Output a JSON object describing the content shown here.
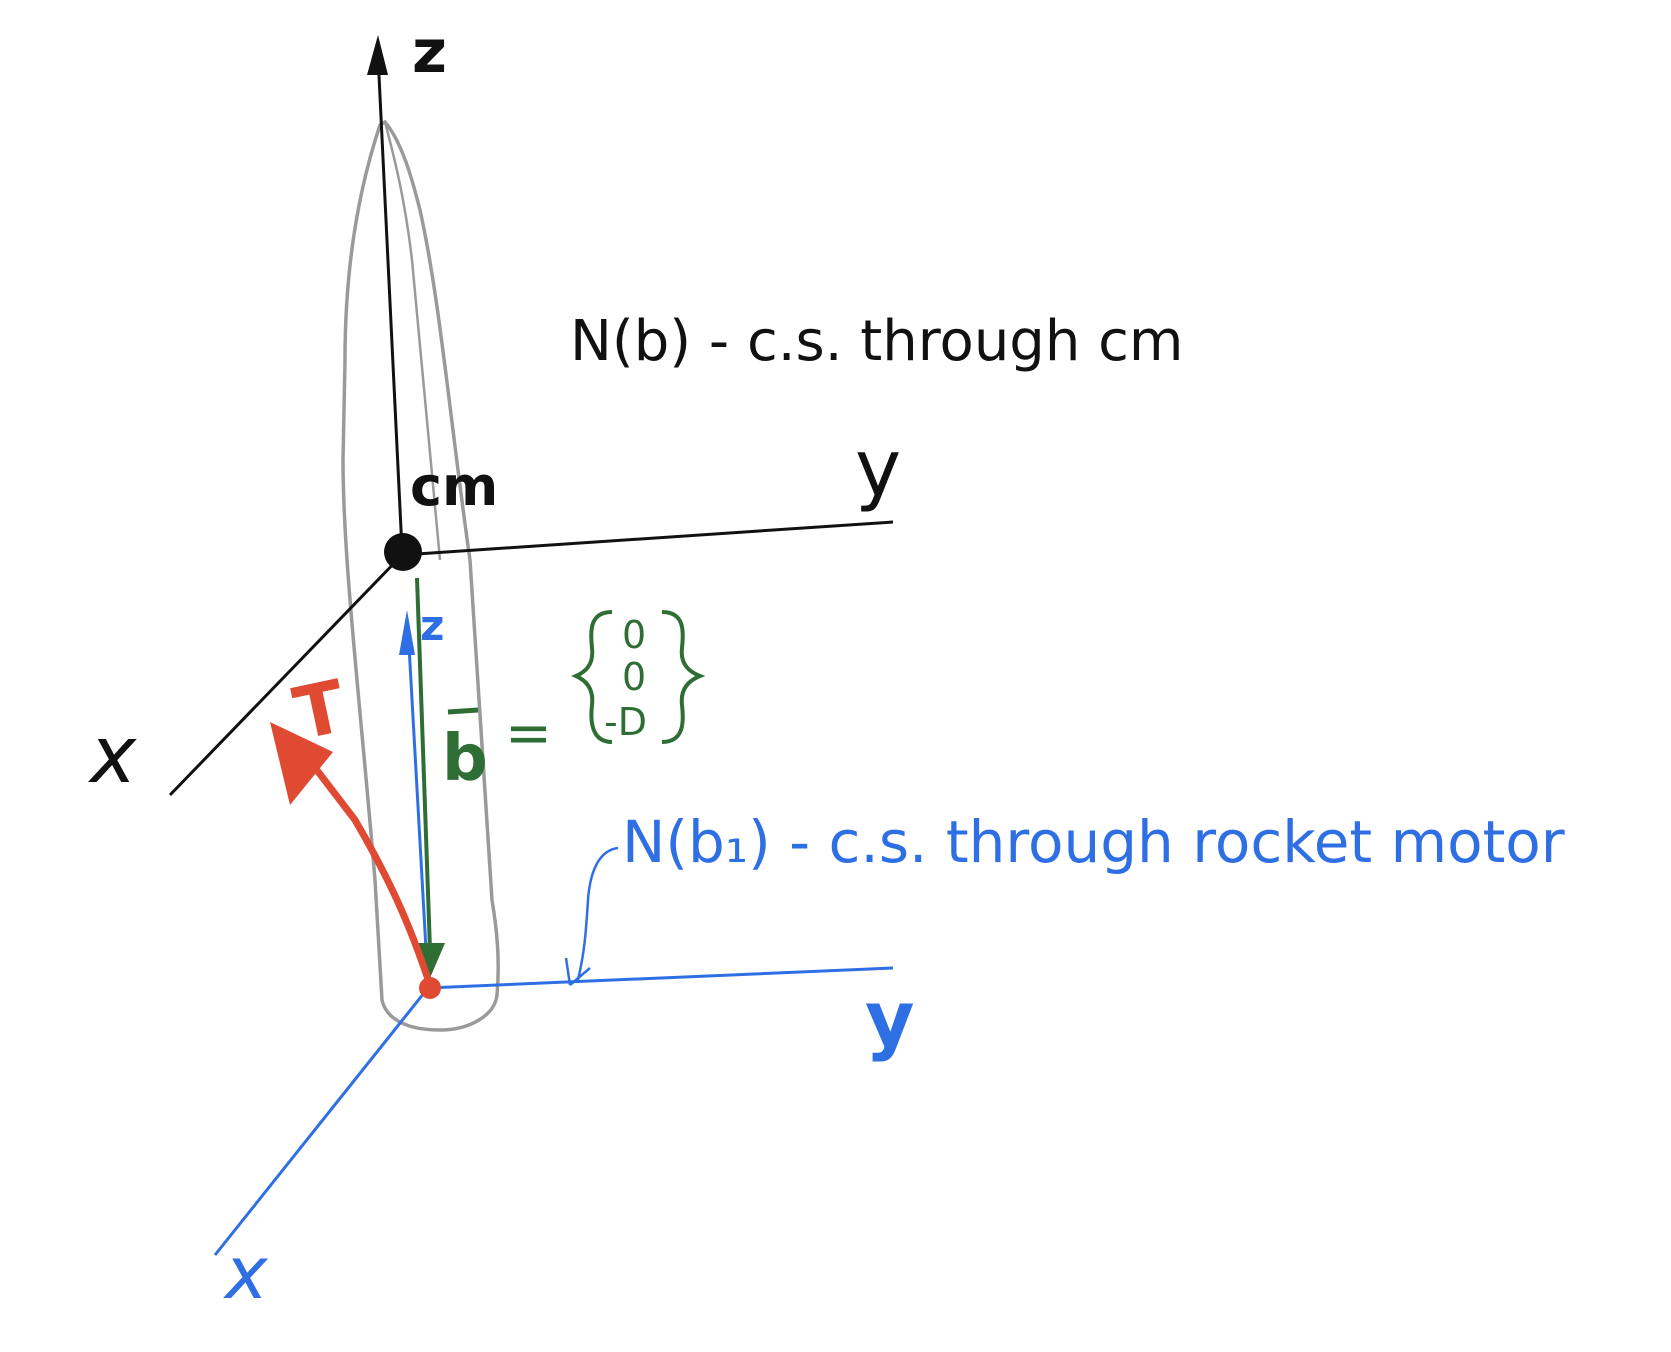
{
  "colors": {
    "black": "#111111",
    "blue": "#2f6fe4",
    "green": "#2e6e35",
    "red": "#e04a33",
    "gray": "#9a9a9a"
  },
  "cm_frame": {
    "z_label": "z",
    "y_label": "y",
    "x_label": "x",
    "origin_label": "cm",
    "caption": "N(b) - c.s. through cm"
  },
  "motor_frame": {
    "z_label": "z",
    "y_label": "y",
    "x_label": "x",
    "caption": "N(b₁) - c.s. through rocket motor"
  },
  "offset_vector": {
    "symbol": "b",
    "equals": "=",
    "components": [
      "0",
      "0",
      "-D"
    ]
  },
  "thrust": {
    "label": "T"
  }
}
